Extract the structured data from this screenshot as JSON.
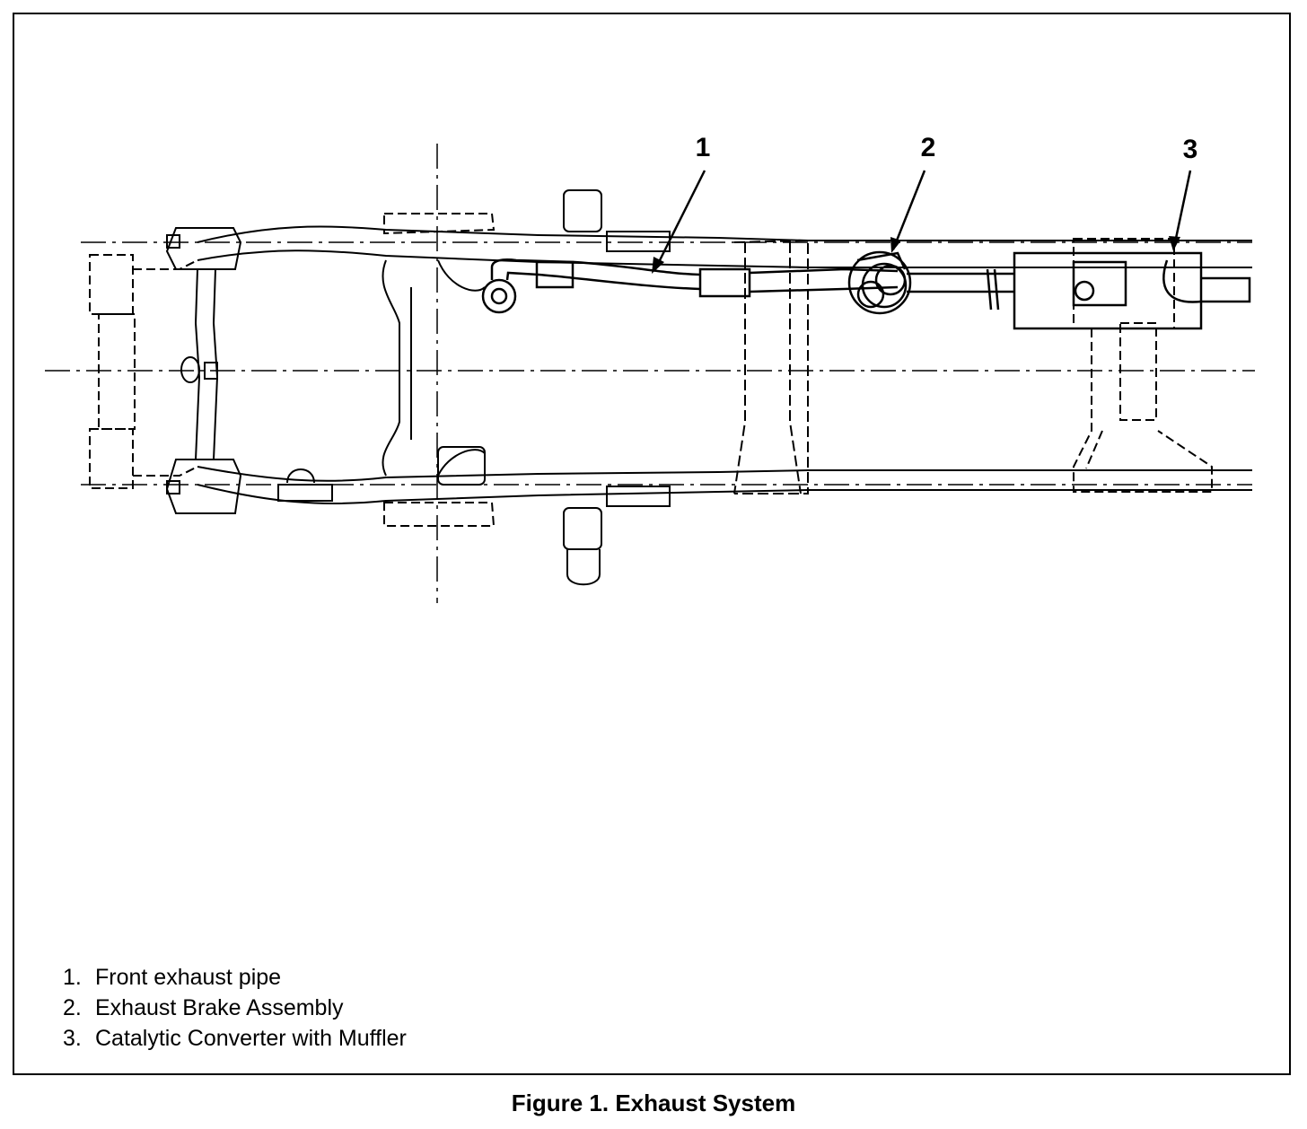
{
  "callouts": [
    "1",
    "2",
    "3"
  ],
  "legend": [
    {
      "num": "1.",
      "text": "Front exhaust pipe"
    },
    {
      "num": "2.",
      "text": "Exhaust Brake Assembly"
    },
    {
      "num": "3.",
      "text": "Catalytic Converter with Muffler"
    }
  ],
  "caption": "Figure 1. Exhaust System",
  "colors": {
    "ink": "#000000",
    "paper": "#ffffff"
  }
}
